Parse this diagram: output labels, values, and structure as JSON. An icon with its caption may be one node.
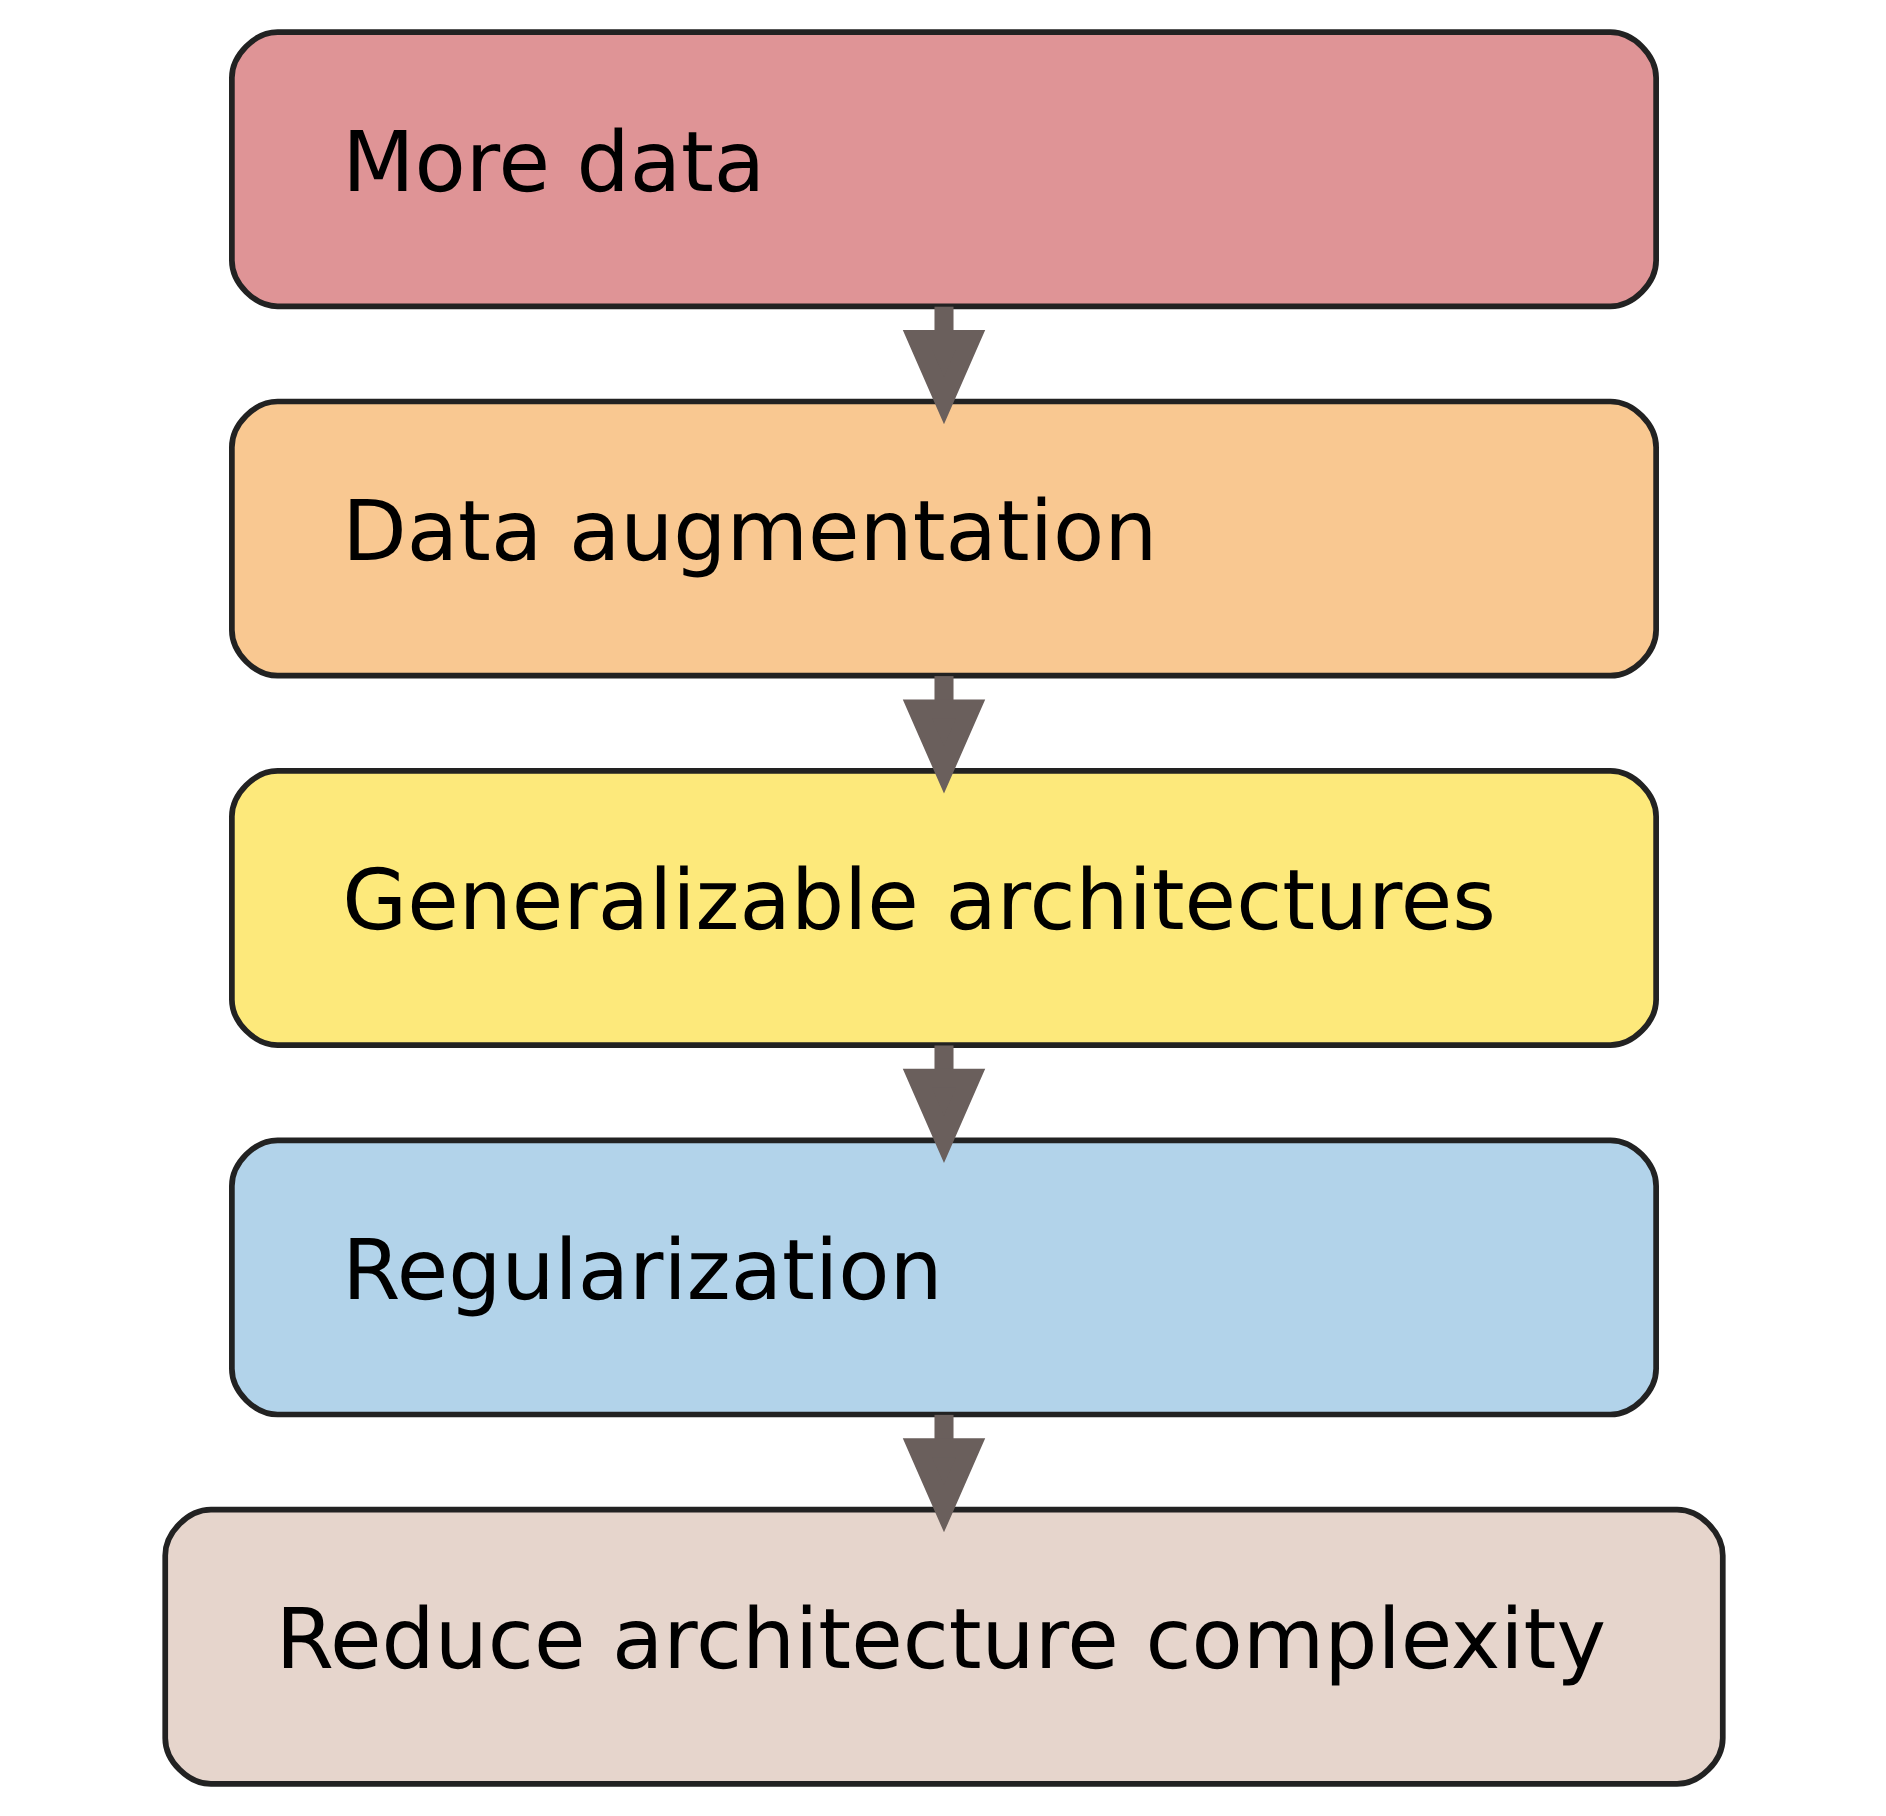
{
  "diagram": {
    "nodes": [
      {
        "text": [
          "More data"
        ]
      },
      {
        "text": [
          "Data augmentation"
        ]
      },
      {
        "text": [
          "Generalizable architectures"
        ]
      },
      {
        "text": [
          "Regularization"
        ]
      },
      {
        "text": [
          "Reduce architecture complexity"
        ]
      }
    ],
    "edges": [
      {
        "from": 0,
        "to": 1,
        "arrow": "to"
      },
      {
        "from": 1,
        "to": 2,
        "arrow": "to"
      },
      {
        "from": 2,
        "to": 3,
        "arrow": "to"
      },
      {
        "from": 3,
        "to": 4,
        "arrow": "to"
      }
    ]
  }
}
